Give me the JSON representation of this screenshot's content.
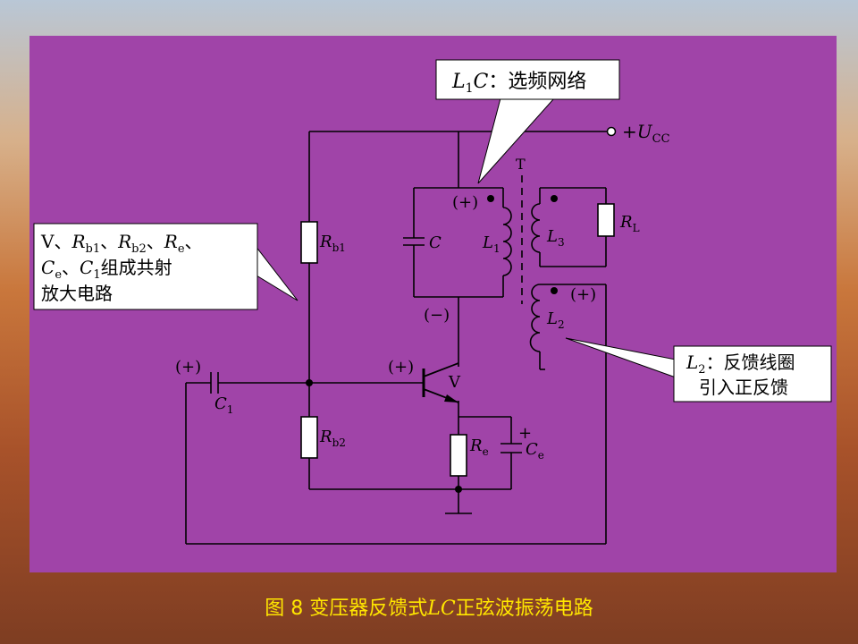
{
  "caption": {
    "prefix": "图 8 变压器反馈式",
    "lc": "LC",
    "suffix": "正弦波振荡电路"
  },
  "supply": {
    "sign": "+",
    "symbol": "U",
    "sub": "CC"
  },
  "transformer": {
    "label": "T"
  },
  "components": {
    "rb1": {
      "symbol": "R",
      "sub": "b1"
    },
    "rb2": {
      "symbol": "R",
      "sub": "b2"
    },
    "re": {
      "symbol": "R",
      "sub": "e"
    },
    "ce": {
      "symbol": "C",
      "sub": "e",
      "polarity": "+"
    },
    "c1": {
      "symbol": "C",
      "sub": "1"
    },
    "c": {
      "symbol": "C"
    },
    "l1": {
      "symbol": "L",
      "sub": "1"
    },
    "l2": {
      "symbol": "L",
      "sub": "2"
    },
    "l3": {
      "symbol": "L",
      "sub": "3"
    },
    "rl": {
      "symbol": "R",
      "sub": "L"
    },
    "transistor": {
      "symbol": "V"
    }
  },
  "polarities": {
    "c1_plus": "(+)",
    "base_plus": "(+)",
    "l1_top_plus": "(+)",
    "l1_bottom_minus": "(−)",
    "l2_plus": "(+)"
  },
  "callouts": {
    "lc_network": {
      "lead": "L",
      "lead_sub": "1",
      "lead_tail": "C",
      "text": "：选频网络"
    },
    "amp": {
      "line1_parts": [
        "V、",
        "R",
        "b1",
        "、",
        "R",
        "b2",
        "、",
        "R",
        "e",
        "、"
      ],
      "line2_parts": [
        "C",
        "e",
        "、",
        "C",
        "1",
        "组成共射"
      ],
      "line3": "放大电路"
    },
    "feedback": {
      "lead": "L",
      "lead_sub": "2",
      "text1": "：反馈线圈",
      "text2": "引入正反馈"
    }
  },
  "colors": {
    "panel": "#a044a8",
    "caption": "#ffe600",
    "wire": "#000000"
  }
}
